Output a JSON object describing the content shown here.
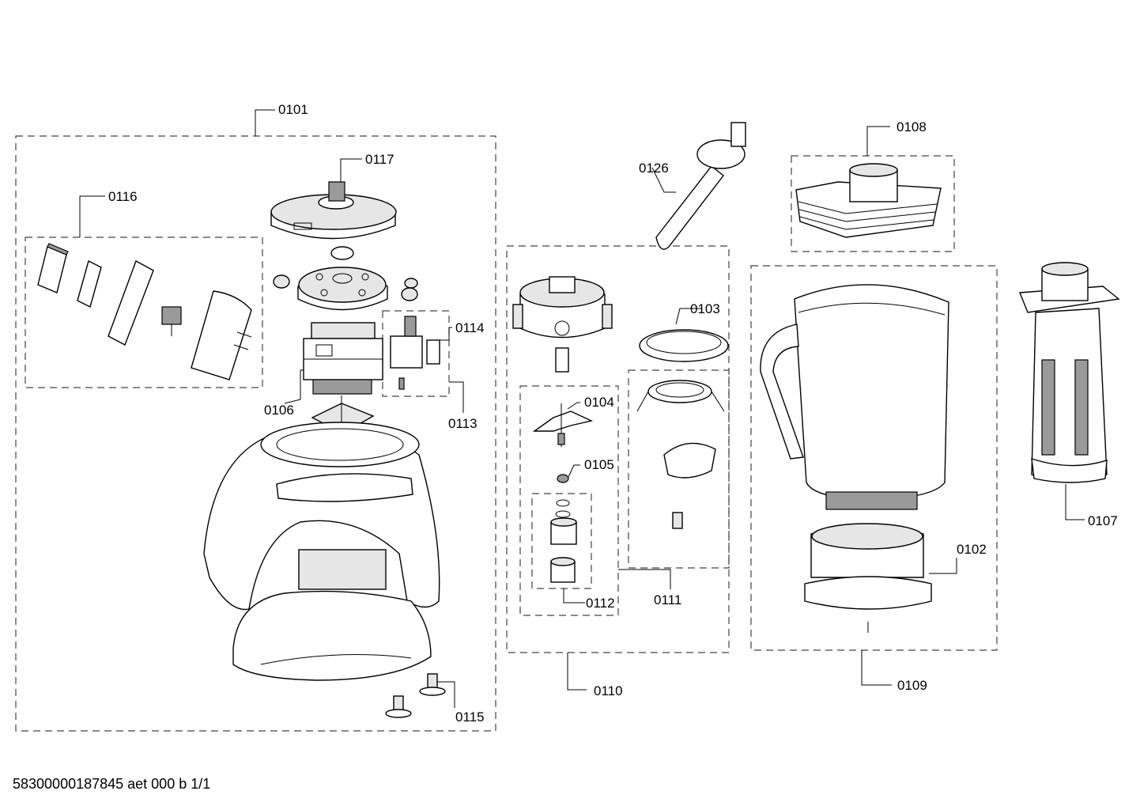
{
  "labels": {
    "p0101": "0101",
    "p0117": "0117",
    "p0116": "0116",
    "p0114": "0114",
    "p0106": "0106",
    "p0113": "0113",
    "p0115": "0115",
    "p0126": "0126",
    "p0108": "0108",
    "p0103": "0103",
    "p0104": "0104",
    "p0105": "0105",
    "p0112": "0112",
    "p0111": "0111",
    "p0110": "0110",
    "p0102": "0102",
    "p0109": "0109",
    "p0107": "0107"
  },
  "footer": {
    "document_id": "58300000187845 aet 000 b 1/1"
  }
}
